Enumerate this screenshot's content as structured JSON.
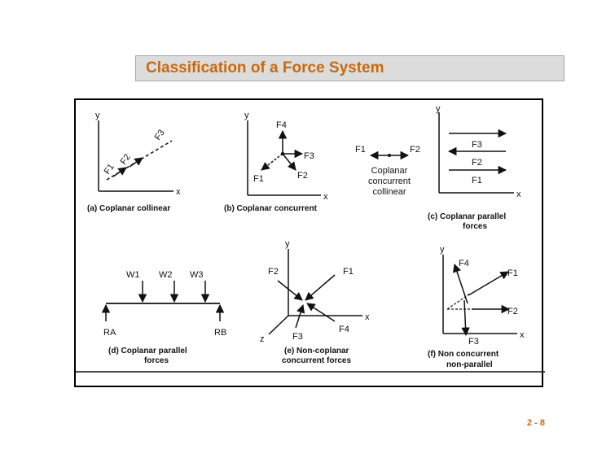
{
  "slide": {
    "title": "Classification of a Force System",
    "page_number": "2 - 8",
    "colors": {
      "title": "#c9690e",
      "band": "#dcdcdc"
    }
  },
  "panels": {
    "a": {
      "caption": "(a) Coplanar collinear",
      "forces": [
        "F1",
        "F2",
        "F3"
      ],
      "axes": [
        "x",
        "y"
      ]
    },
    "b": {
      "caption": "(b) Coplanar concurrent",
      "forces": [
        "F1",
        "F2",
        "F3",
        "F4"
      ],
      "axes": [
        "x",
        "y"
      ]
    },
    "mid": {
      "forces": [
        "F1",
        "F2"
      ],
      "caption_lines": [
        "Coplanar",
        "concurrent",
        "collinear"
      ]
    },
    "c": {
      "caption_lines": [
        "(c) Coplanar parallel",
        "forces"
      ],
      "forces": [
        "F1",
        "F2",
        "F3"
      ],
      "axes": [
        "x",
        "y"
      ]
    },
    "d": {
      "caption_lines": [
        "(d) Coplanar parallel",
        "forces"
      ],
      "loads": [
        "W1",
        "W2",
        "W3"
      ],
      "reactions": [
        "RA",
        "RB"
      ]
    },
    "e": {
      "caption_lines": [
        "(e) Non-coplanar",
        "concurrent forces"
      ],
      "forces": [
        "F1",
        "F2",
        "F3",
        "F4"
      ],
      "axes": [
        "x",
        "y",
        "z"
      ]
    },
    "f": {
      "caption_lines": [
        "(f) Non concurrent",
        "non-parallel"
      ],
      "forces": [
        "F1",
        "F2",
        "F3",
        "F4"
      ],
      "axes": [
        "x",
        "y"
      ]
    }
  }
}
